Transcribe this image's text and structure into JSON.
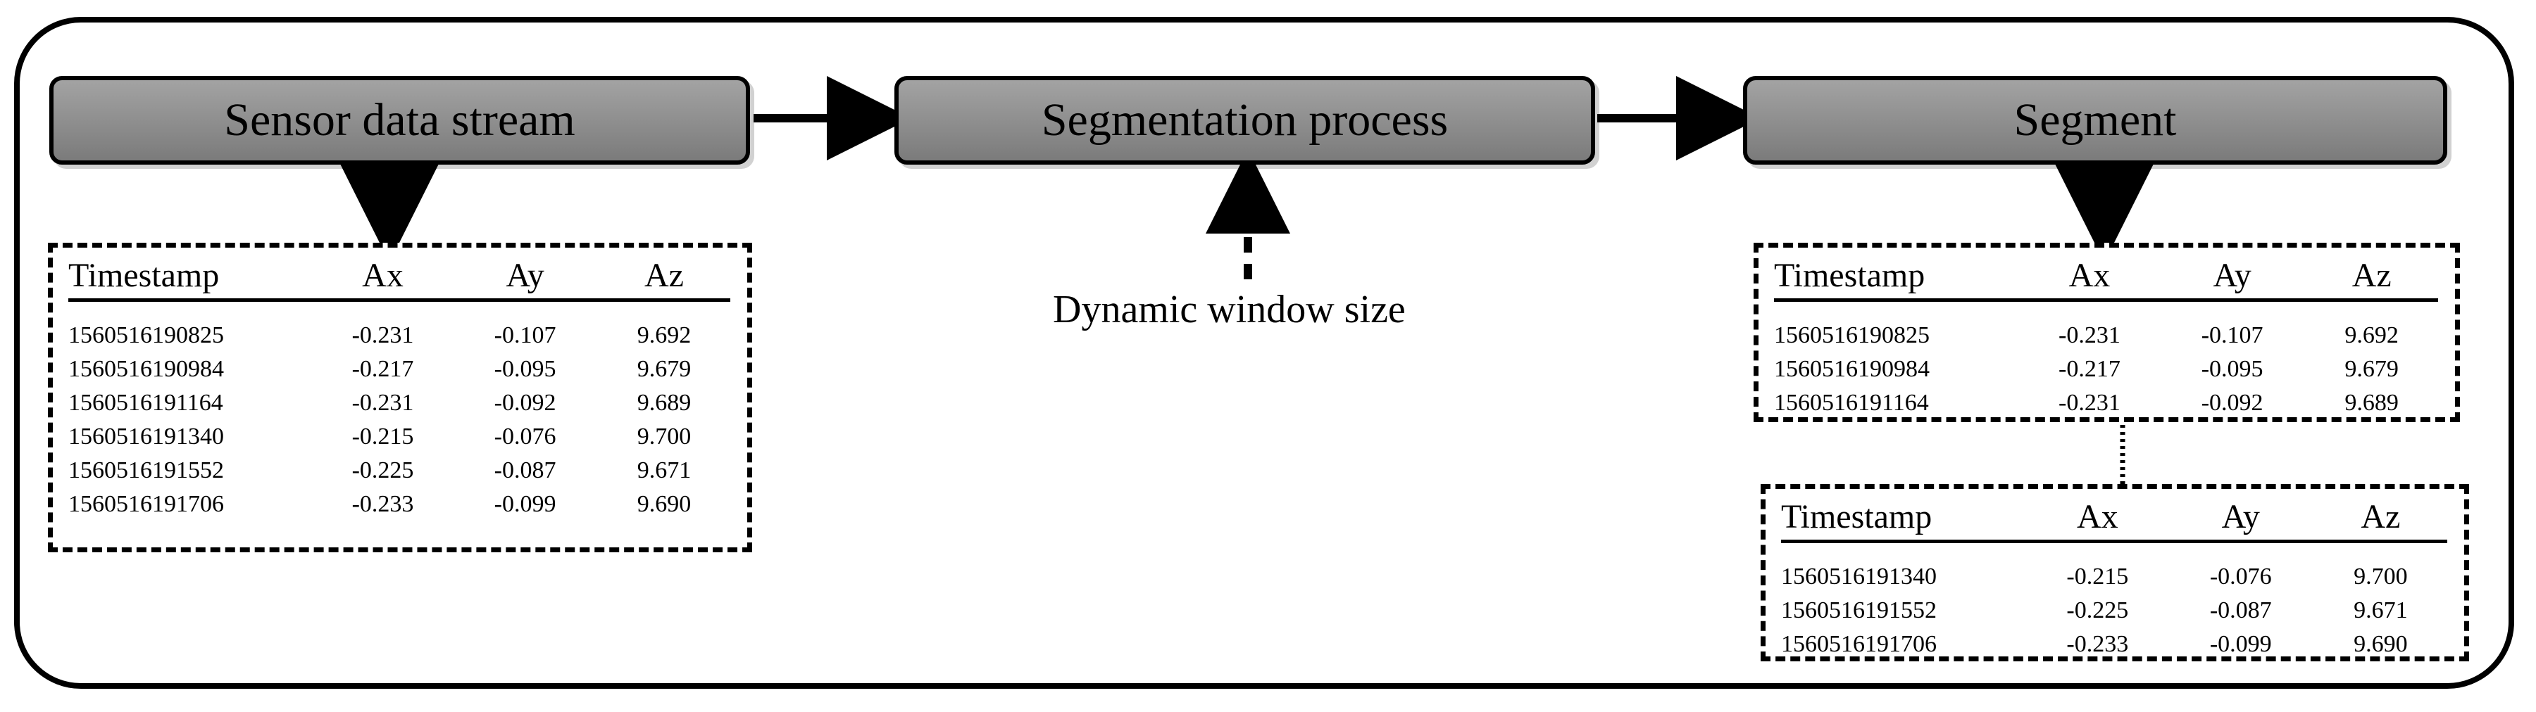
{
  "diagram": {
    "boxes": {
      "sensor_label": "Sensor data stream",
      "segmentation_label": "Segmentation process",
      "segment_label": "Segment"
    },
    "caption": "Dynamic window size",
    "tables": {
      "headers": [
        "Timestamp",
        "Ax",
        "Ay",
        "Az"
      ],
      "left_rows": [
        [
          "1560516190825",
          "-0.231",
          "-0.107",
          "9.692"
        ],
        [
          "1560516190984",
          "-0.217",
          "-0.095",
          "9.679"
        ],
        [
          "1560516191164",
          "-0.231",
          "-0.092",
          "9.689"
        ],
        [
          "1560516191340",
          "-0.215",
          "-0.076",
          "9.700"
        ],
        [
          "1560516191552",
          "-0.225",
          "-0.087",
          "9.671"
        ],
        [
          "1560516191706",
          "-0.233",
          "-0.099",
          "9.690"
        ]
      ],
      "right_top_rows": [
        [
          "1560516190825",
          "-0.231",
          "-0.107",
          "9.692"
        ],
        [
          "1560516190984",
          "-0.217",
          "-0.095",
          "9.679"
        ],
        [
          "1560516191164",
          "-0.231",
          "-0.092",
          "9.689"
        ]
      ],
      "right_bottom_rows": [
        [
          "1560516191340",
          "-0.215",
          "-0.076",
          "9.700"
        ],
        [
          "1560516191552",
          "-0.225",
          "-0.087",
          "9.671"
        ],
        [
          "1560516191706",
          "-0.233",
          "-0.099",
          "9.690"
        ]
      ]
    },
    "colors": {
      "box_fill_top": "#a3a3a3",
      "box_fill_bottom": "#7b7b7b",
      "line": "#000000"
    }
  }
}
